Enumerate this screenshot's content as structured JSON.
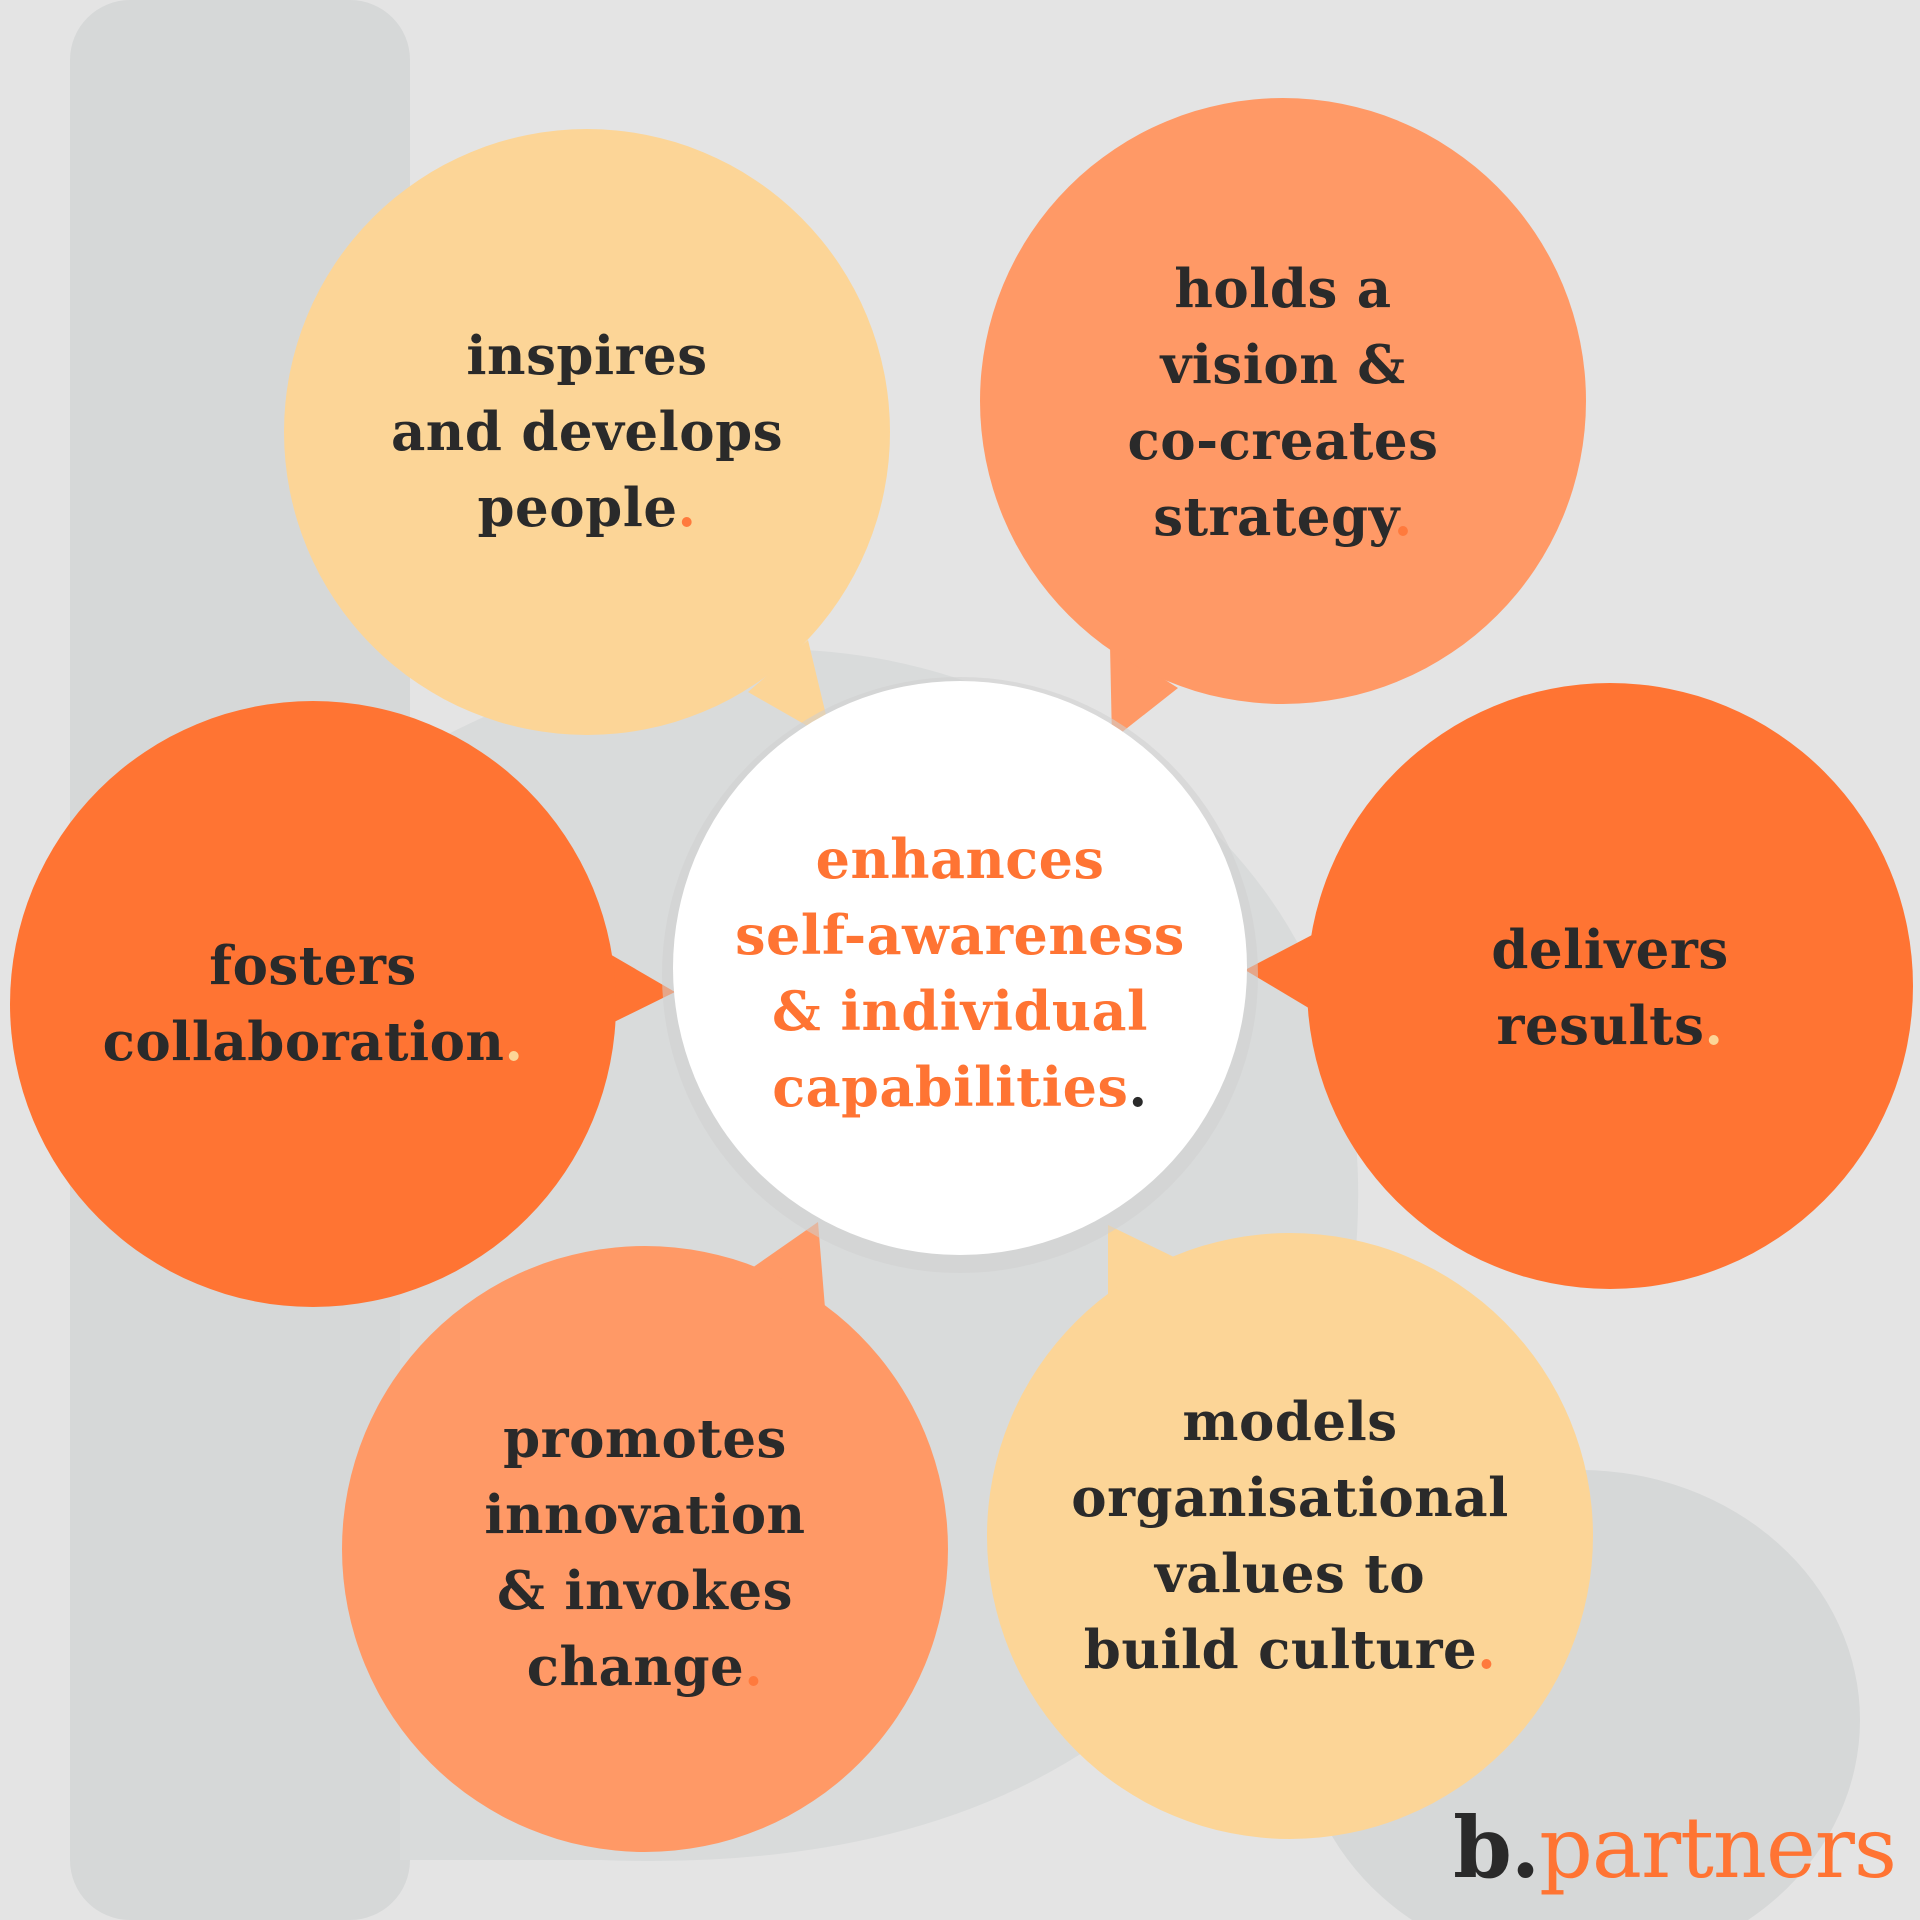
{
  "colors": {
    "background": "#e4e4e4",
    "deco": "#d6d8d8",
    "pale_orange": "#fcd597",
    "light_orange": "#ff9966",
    "bright_orange": "#ff7433",
    "center_fill": "#ffffff",
    "text_dark": "#2a2a2a",
    "center_text": "#ff7433"
  },
  "center": {
    "lines": [
      "enhances",
      "self-awareness",
      "& individual",
      "capabilities"
    ],
    "dot": "."
  },
  "bubbles": [
    {
      "id": "inspires",
      "lines": [
        "inspires",
        "and develops",
        "people"
      ],
      "dot": "."
    },
    {
      "id": "vision",
      "lines": [
        "holds a",
        "vision &",
        "co-creates",
        "strategy"
      ],
      "dot": "."
    },
    {
      "id": "collaboration",
      "lines": [
        "fosters",
        "collaboration"
      ],
      "dot": "."
    },
    {
      "id": "results",
      "lines": [
        "delivers",
        "results"
      ],
      "dot": "."
    },
    {
      "id": "innovation",
      "lines": [
        "promotes",
        "innovation",
        "& invokes",
        "change"
      ],
      "dot": "."
    },
    {
      "id": "culture",
      "lines": [
        "models",
        "organisational",
        "values to",
        "build culture"
      ],
      "dot": "."
    }
  ],
  "logo": {
    "b": "b.",
    "rest": "partners"
  }
}
